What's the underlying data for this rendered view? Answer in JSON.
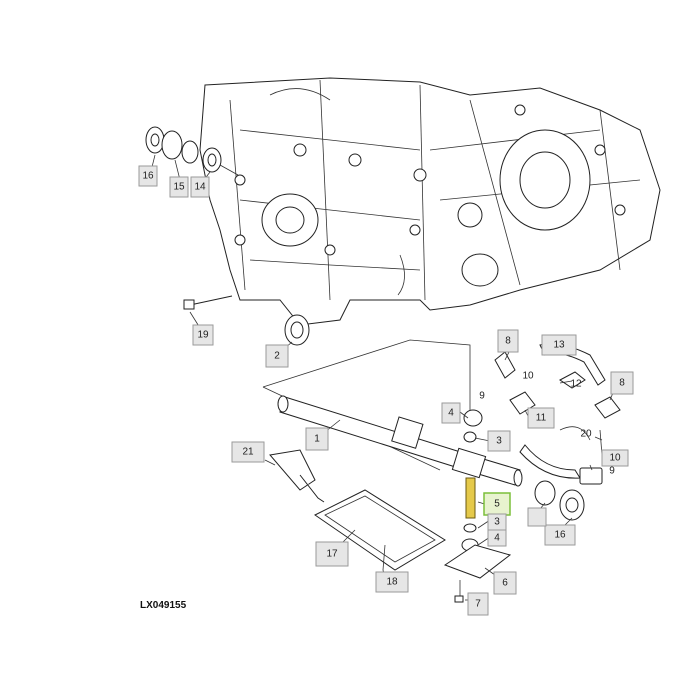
{
  "figure": {
    "reference_code": "LX049155"
  },
  "callouts": {
    "c1": "1",
    "c2": "2",
    "c3a": "3",
    "c3b": "3",
    "c4a": "4",
    "c4b": "4",
    "c5": "5",
    "c6": "6",
    "c7": "7",
    "c8a": "8",
    "c8b": "8",
    "c9a": "9",
    "c9b": "9",
    "c10a": "10",
    "c10b": "10",
    "c11": "11",
    "c12": "12",
    "c13": "13",
    "c14": "14",
    "c15": "15",
    "c16a": "16",
    "c16b": "16",
    "c17": "17",
    "c18": "18",
    "c19": "19",
    "c20": "20",
    "c21": "21"
  },
  "colors": {
    "highlight": "#e5c94a",
    "callout_fill": "#e6e6e6",
    "highlight_box": "#e8f3cf"
  }
}
